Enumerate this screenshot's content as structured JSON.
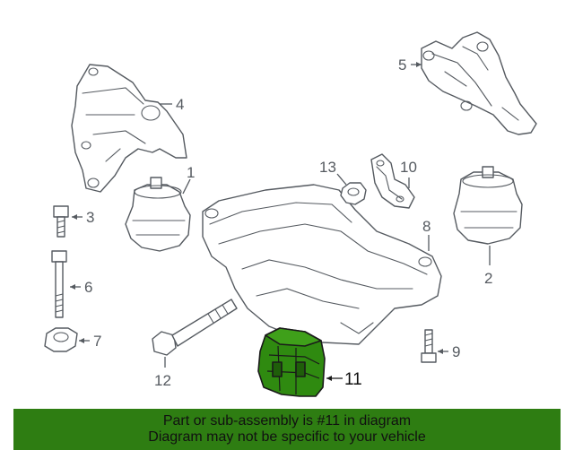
{
  "callouts": {
    "c1": "1",
    "c2": "2",
    "c3": "3",
    "c4": "4",
    "c5": "5",
    "c6": "6",
    "c7": "7",
    "c8": "8",
    "c9": "9",
    "c10": "10",
    "c11": "11",
    "c12": "12",
    "c13": "13"
  },
  "banner": {
    "line1": "Part or sub-assembly is #11 in diagram",
    "line2": "Diagram may not be specific to your vehicle"
  },
  "colors": {
    "banner_bg": "#2e7d12",
    "highlight_part": "#2f8a10",
    "line_art": "#555a60"
  }
}
